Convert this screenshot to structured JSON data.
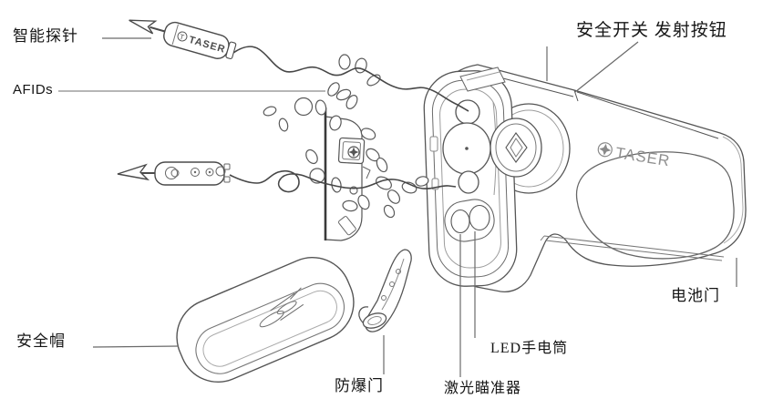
{
  "figure": {
    "type": "exploded-parts-diagram",
    "background": "#ffffff",
    "line_color": "#4d4d4d",
    "label_color": "#151515"
  },
  "labels": {
    "smart_probe": "智能探针",
    "afids": "AFIDs",
    "safety_switch": "安全开关",
    "fire_button": "发射按钮",
    "battery_door": "电池门",
    "safety_cap": "安全帽",
    "blast_door": "防爆门",
    "laser_sight": "激光瞄准器",
    "led_flashlight": "LED手电筒"
  },
  "device": {
    "grip_logo_text": "TASER",
    "probe_logo_text": "TASER"
  }
}
